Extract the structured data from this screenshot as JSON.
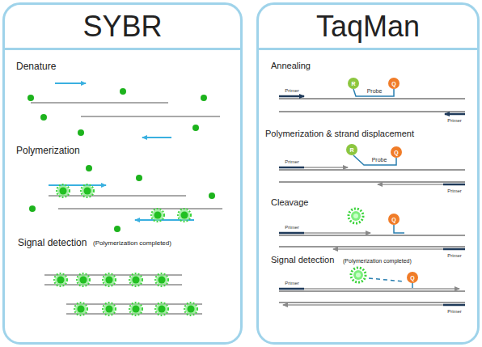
{
  "diagram": {
    "nodes": [
      {
        "text": [
          "SYBR"
        ]
      },
      {
        "text": [
          "TaqMan"
        ]
      }
    ],
    "labels": [
      "Denature",
      "Polymerization",
      "Signal detection",
      "(Polymerization completed)",
      "Annealing",
      "R",
      "Q",
      "Primer",
      "Probe",
      "Primer",
      "Polymerization & strand displacement",
      "R",
      "Q",
      "Primer",
      "Probe",
      "Primer",
      "Cleavage",
      "Q",
      "Primer",
      "Primer",
      "Signal detection",
      "(Polymerization completed)",
      "Q",
      "Primer",
      "Primer"
    ]
  }
}
